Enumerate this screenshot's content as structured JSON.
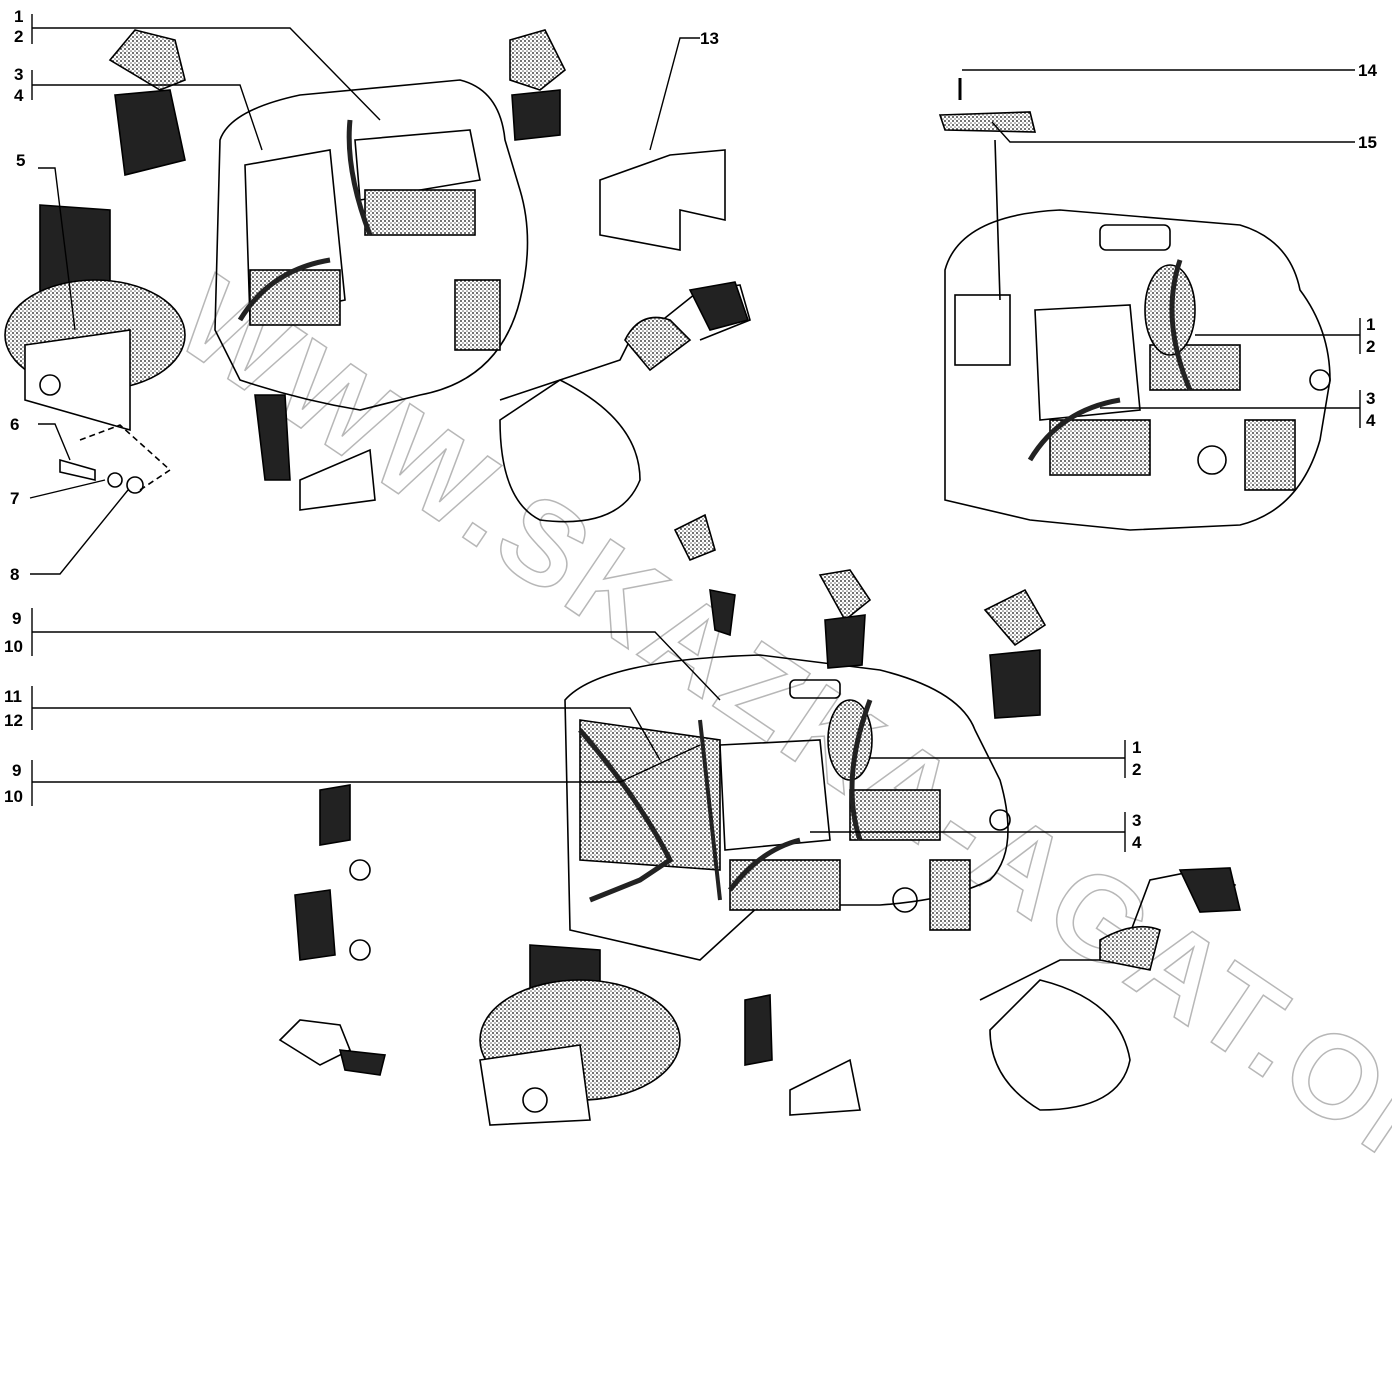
{
  "watermark": "WWW.SKAZKA-AGAT.ONLINE",
  "callouts": {
    "tl_1": "1",
    "tl_2": "2",
    "tl_3": "3",
    "tl_4": "4",
    "tl_5": "5",
    "tl_6": "6",
    "tl_7": "7",
    "tl_8": "8",
    "ml_9": "9",
    "ml_10": "10",
    "ml_11": "11",
    "ml_12": "12",
    "ml2_9": "9",
    "ml2_10": "10",
    "top_13": "13",
    "tr_14": "14",
    "tr_15": "15",
    "tr_1": "1",
    "tr_2": "2",
    "tr_3": "3",
    "tr_4": "4",
    "br_1": "1",
    "br_2": "2",
    "br_3": "3",
    "br_4": "4"
  },
  "colors": {
    "line": "#000000",
    "stipple": "#8a8a8a",
    "belt": "#222222"
  }
}
